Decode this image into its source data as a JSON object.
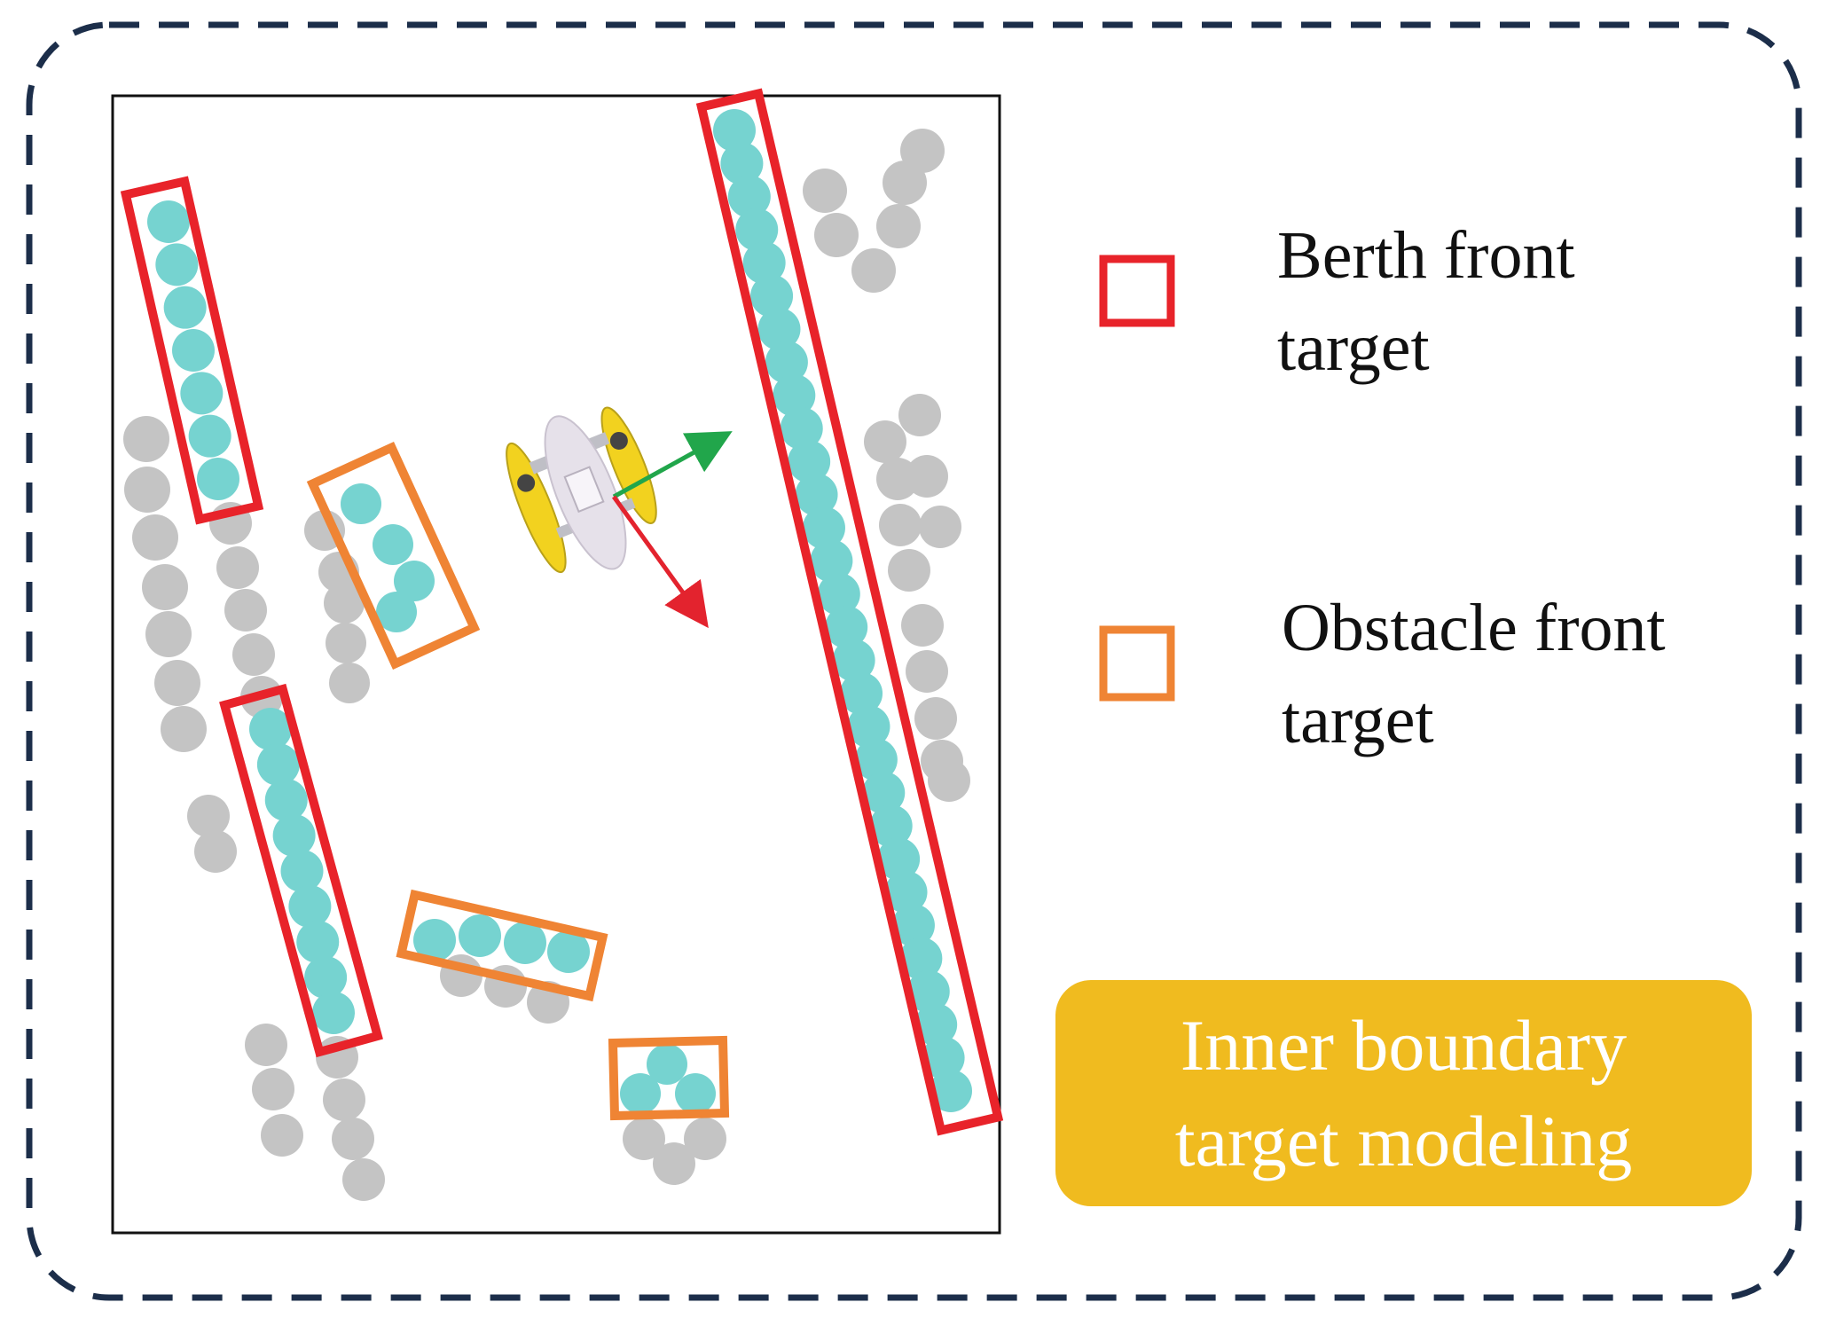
{
  "legend": {
    "items": [
      {
        "key": "berth",
        "label": "Berth front\ntarget",
        "color": "#e8232a"
      },
      {
        "key": "obstacle",
        "label": "Obstacle front\ntarget",
        "color": "#ef8434"
      }
    ]
  },
  "caption": {
    "text": "Inner boundary\ntarget modeling",
    "color": "#f0bb1f"
  },
  "colors": {
    "frame_dash": "#1c2e4a",
    "target_point": "#76d3d0",
    "obstacle_point": "#c4c4c4",
    "vessel_hull": "#e6e1ea",
    "vessel_pontoon": "#f2d21f",
    "heading_arrow": "#21a64b",
    "lateral_arrow": "#e3232e"
  },
  "icons": [
    "usv-vessel-icon",
    "heading-arrow-icon",
    "lateral-arrow-icon"
  ]
}
